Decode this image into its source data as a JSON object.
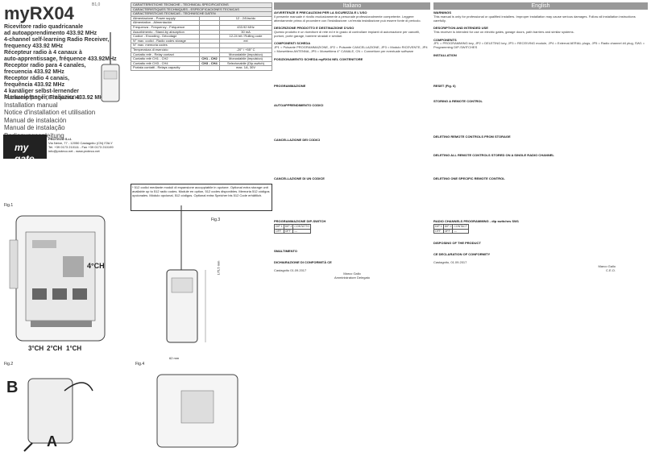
{
  "header": {
    "brand": "myRX04",
    "rev": "B1,0",
    "products": [
      "Ricevitore radio quadricanale",
      "ad autoapprendimento 433.92 MHz",
      "4-channel self-learning Radio Receiver,",
      "frequency 433.92 MHz",
      "Récepteur radio à 4 canaux à",
      "auto-apprentissage, fréquence 433.92MHz",
      "Receptor radio para 4 canales,",
      "frecuencia 433.92 MHz",
      "Receptor rádio 4 canais,",
      "frequência 433.92 MHz",
      "4 kanäliger selbst-lernender",
      "Funkempfänger, Frequenz 433.92 MHz"
    ],
    "manuals": [
      "Manuale per l'installazione",
      "Installation manual",
      "Notice d'installation et utilisation",
      "Manual de instalación",
      "Manual de instalação",
      "Bedienungsanleitung"
    ]
  },
  "company": {
    "logo": "my gate",
    "name": "PROTECO S.r.l.",
    "address": "Via Neive, 77 - 12050 Castagnito (CN) ITALY",
    "phone": "Tel. +39 0173 210111 - Fax +39 0173 210199",
    "web": "info@proteco.net - www.proteco.net"
  },
  "specs": {
    "title_rows": [
      "CARATTERISTICHE TECNICHE - TECHNICAL SPECIFICATIONS",
      "CARACTERISTIQUES TECHNIQUES - ESPECIFICACIONES TECNICAS",
      "CARACTERISTICAS TECNICAS - TECHNISCHE DATEN"
    ],
    "rows": [
      {
        "label": "Alimentazione - Power supply",
        "value": "12 - 24Vac/dc"
      },
      {
        "label": "Alimentation - Alimentación",
        "value": ""
      },
      {
        "label": "Frequenza - Frequency - Fréquence",
        "value": "433.92 MHz"
      },
      {
        "label": "Assorbimento - Stand-by absorption",
        "value": "30 mA"
      },
      {
        "label": "Codice - Encoding - Décodage",
        "value": "12-24 bit / Rolling code"
      },
      {
        "label": "N° max. codici - Radio codes storage",
        "value": "ext"
      },
      {
        "label": "N° max. memoria codes",
        "value": ""
      },
      {
        "label": "Temperatura di esercizio",
        "value": "-20° / +55° C"
      },
      {
        "label": "Contatto relè - Relay contact",
        "value": "Monostabile (impulsivo)"
      },
      {
        "label": "Contatto relè CH1 - CH2",
        "value": "Monostabile (impulsivo)"
      },
      {
        "label": "Contatto relè CH3 - CH4",
        "value": "Selezionabile (Dip-switch)"
      },
      {
        "label": "Portata contatti - Relays capacity",
        "value": "max. 1A, 30V"
      }
    ],
    "ch12": "CH1 - CH2",
    "ch34": "CH3 - CH4"
  },
  "notes_box": "* 512 codici mediante moduli di espansione accoppiabile in opzione. Optional extra storage unit available up to 512 radio codes. Module en option, 512 codes disponibles. Memoria 512 códigos opcionales. Módulo opcional, 512 códigos. Optional extra Speicher bis 512 Code erhältlich.",
  "figures": {
    "fig1": "Fig.1",
    "fig2": "Fig.2",
    "fig3": "Fig.3",
    "fig4": "Fig.4",
    "ch4": "4°CH",
    "ch3": "3°CH",
    "ch2": "2°CH",
    "ch1": "1°CH",
    "b": "B",
    "a": "A",
    "dim1": "175,5 mm",
    "dim2": "62 mm"
  },
  "italian": {
    "head": "Italiano",
    "s1": "AVVERTENZE E PRECAUZIONI PER LA SICUREZZA E L'USO",
    "t1": "Il presente manuale è rivolto esclusivamente a personale professionalmente competente. Leggere attentamente prima di procedere con l'installazione: un'errata installazione può essere fonte di pericolo.",
    "s2": "DESCRIZIONE PRODOTTO E DESTINAZIONE D'USO",
    "t2": "Questo prodotto è un ricevitore di rete ed è in grado di controllare impianti di automazione per cancelli, portoni, porte garage, barriere stradali e similari.",
    "s3": "COMPONENTI SCHEDA",
    "t3": "JP1 = Pulsante PROGRAMMAZIONE, JP2 = Pulsante CANCELLAZIONE, JP3 = Modulo RICEVENTE, JP4 = Morsettiera ANTENNA, JP5 = Morsettiera 4° CANALE, CN = Connettore per eventuale software",
    "s4": "POSIZIONAMENTO SCHEDA myRX04 NEL CONTENITORE",
    "s5": "PROGRAMMAZIONE",
    "s6": "AUTOAPPRENDIMENTO CODICI",
    "s7": "CANCELLAZIONE DEI CODICI",
    "s8": "CANCELLAZIONE DI UN CODICE",
    "s9": "PROGRAMMAZIONE DIP-SWITCH",
    "s10": "SMALTIMENTO",
    "s11": "DICHIARAZIONE DI CONFORMITÀ CE",
    "place": "Castagnito 01.09.2017",
    "signer": "Marco Gallo",
    "signer_role": "Amministratore Delegato"
  },
  "english": {
    "head": "English",
    "s1": "WARNINGS",
    "t1": "This manual is only for professional or qualified installers. Improper installation may cause serious damages. Follow all installation instructions carefully.",
    "s2": "DESCRIPTION AND INTENDED USE",
    "t2": "This receiver is intended for use on electric gates, garage doors, path barriers and similar systems.",
    "s3": "COMPONENTS",
    "t3": "JP1 = PROGRAMMING key, JP2 = DELETING key, JP3 = RECEIVING module, JP4 = External AERIAL plugs, JP5 = Radio channel #4 plug, SW1 = Programming DIP-SWITCHES",
    "s4": "INSTALLATION",
    "s5": "RESET (Fig. 6)",
    "s6": "STORING A REMOTE CONTROL",
    "s7": "DELETING REMOTE CONTROLS FROM STORAGE",
    "s8": "DELETING ALL REMOTE CONTROLS STORED ON A SINGLE RADIO CHANNEL",
    "s9": "DELETING ONE SPECIFIC REMOTE CONTROL",
    "s10": "RADIO CHANNELS PROGRAMMING - dip switches SW1",
    "s11": "DISPOSING OF THE PRODUCT",
    "s12": "CE DECLARATION OF CONFORMITY",
    "place": "Castagnito, 01.09.2017",
    "signer": "Marco Gallo",
    "signer_role": "C.E.O."
  }
}
